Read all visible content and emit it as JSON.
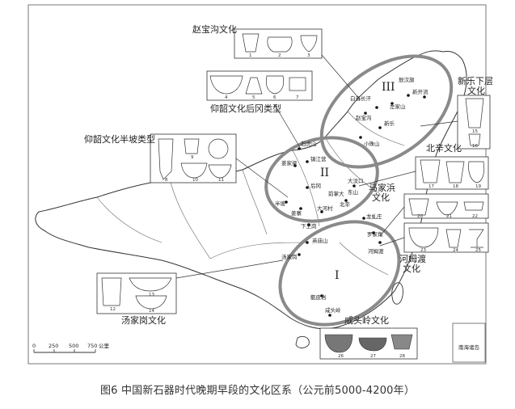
{
  "caption": "图6 中国新石器时代晚期早段的文化区系（公元前5000-4200年）",
  "regions": {
    "r1": "I",
    "r2": "II",
    "r3": "III"
  },
  "cultures": {
    "zhaobaogou": "赵宝沟文化",
    "yangshao_hougang": "仰韶文化后冈类型",
    "yangshao_banpo": "仰韶文化半坡类型",
    "xinle": "新乐下层\n文化",
    "beixin": "北辛文化",
    "majiabang": "马家浜\n文化",
    "hemudu": "河姆渡\n文化",
    "tangjiagang": "汤家岗文化",
    "xiantouling": "咸头岭文化"
  },
  "places": {
    "aohanqi": "敖汉旗",
    "baiyinchanghan": "白音长汗",
    "zuojiashan": "左家山",
    "xinkailiu": "新开流",
    "zhaobaogou": "赵宝沟",
    "xinle": "新乐",
    "xiaozhushan": "小珠山",
    "shijiahe": "石虎山",
    "zhenjiang": "镇江营",
    "jiangjiashan": "姜家梁",
    "hougang": "后冈",
    "dawenkou": "大汶口",
    "beixin": "北辛",
    "banpo": "半坡",
    "jiangzhai": "姜寨",
    "dahecun": "大河村",
    "longqiuzhuang": "龙虬庄",
    "xiawanggang": "下王岗",
    "luojiajiao": "罗家角",
    "hemudu": "河姆渡",
    "yingjiashan": "英庙山",
    "tangjiagang": "汤家岗",
    "zengpiyan": "甑皮岩",
    "xiantouling": "咸头岭",
    "dongfeng": "东山",
    "qianzhangda": "前掌大"
  },
  "scale": {
    "ticks": [
      "0",
      "250",
      "500",
      "750"
    ],
    "unit": "公里"
  },
  "inset_label": "南海诸岛",
  "artifact_numbers": [
    "1",
    "2",
    "3",
    "4",
    "5",
    "6",
    "7",
    "8",
    "9",
    "10",
    "11",
    "12",
    "13",
    "14",
    "15",
    "16",
    "17",
    "18",
    "19",
    "20",
    "21",
    "22",
    "23",
    "24",
    "25",
    "26",
    "27",
    "28"
  ],
  "colors": {
    "region_ring": "#8a8a8a",
    "border": "#333333",
    "background": "#ffffff"
  }
}
